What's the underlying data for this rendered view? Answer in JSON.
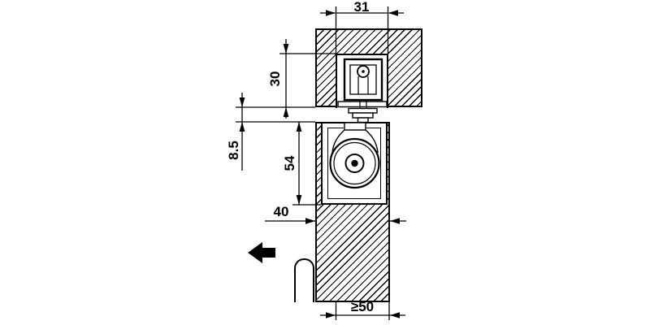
{
  "drawing": {
    "dimension_labels": {
      "rail_cutout_width": "31",
      "rail_height": "30",
      "frame_to_door_gap": "8.5",
      "closer_body_height": "54",
      "door_thickness": "40",
      "min_bottom_clearance": "≥50"
    },
    "icons": {
      "direction_arrow": "left-direction-arrow"
    },
    "colors": {
      "line": "#000000",
      "background": "#ffffff"
    }
  }
}
